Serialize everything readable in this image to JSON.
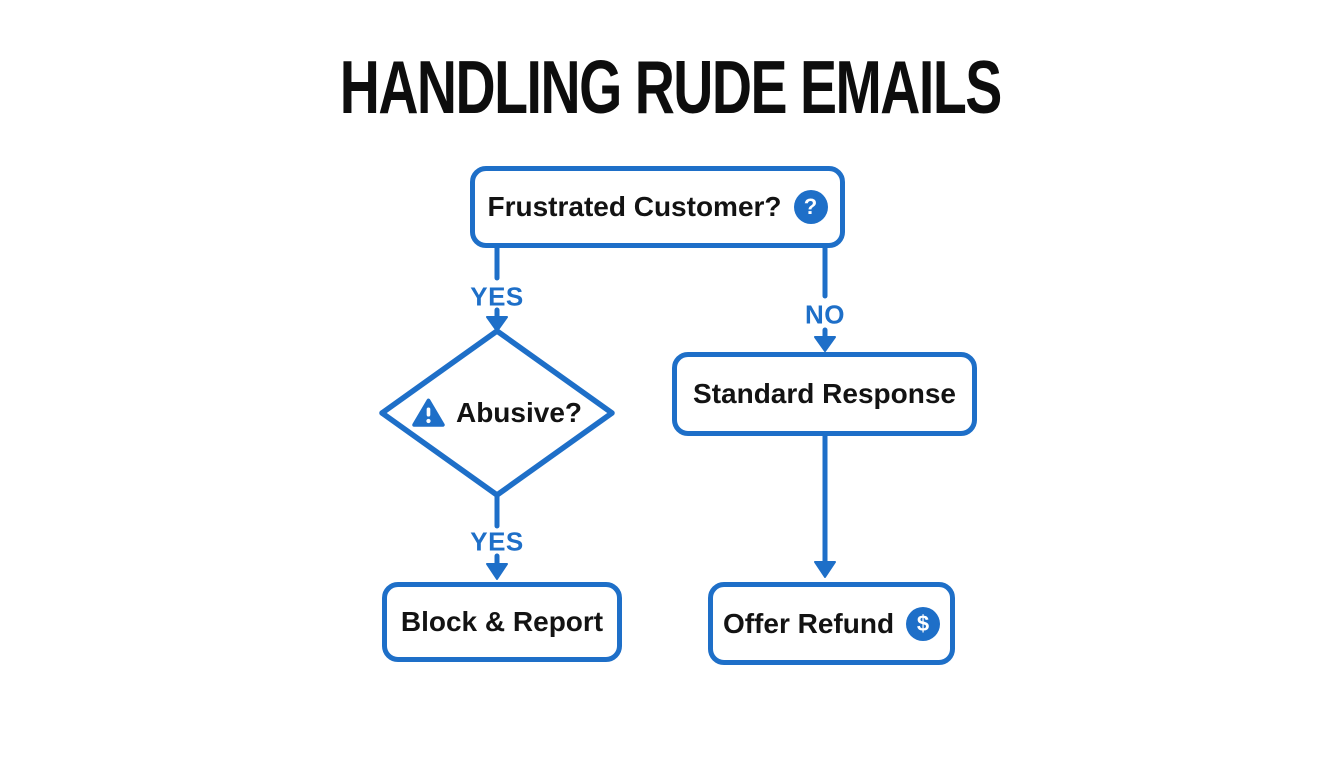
{
  "title": "HANDLING RUDE EMAILS",
  "colors": {
    "accent": "#1e6fc8",
    "text": "#131313",
    "background": "#ffffff"
  },
  "nodes": {
    "frustrated_customer": {
      "label": "Frustrated Customer?",
      "icon": "question-circle",
      "icon_glyph": "?"
    },
    "abusive": {
      "label": "Abusive?",
      "icon": "warning-triangle",
      "icon_glyph": "!"
    },
    "standard_response": {
      "label": "Standard Response"
    },
    "block_report": {
      "label": "Block & Report"
    },
    "offer_refund": {
      "label": "Offer Refund",
      "icon": "dollar-circle",
      "icon_glyph": "$"
    }
  },
  "edge_labels": {
    "frustrated_yes": "YES",
    "frustrated_no": "NO",
    "abusive_yes": "YES"
  }
}
